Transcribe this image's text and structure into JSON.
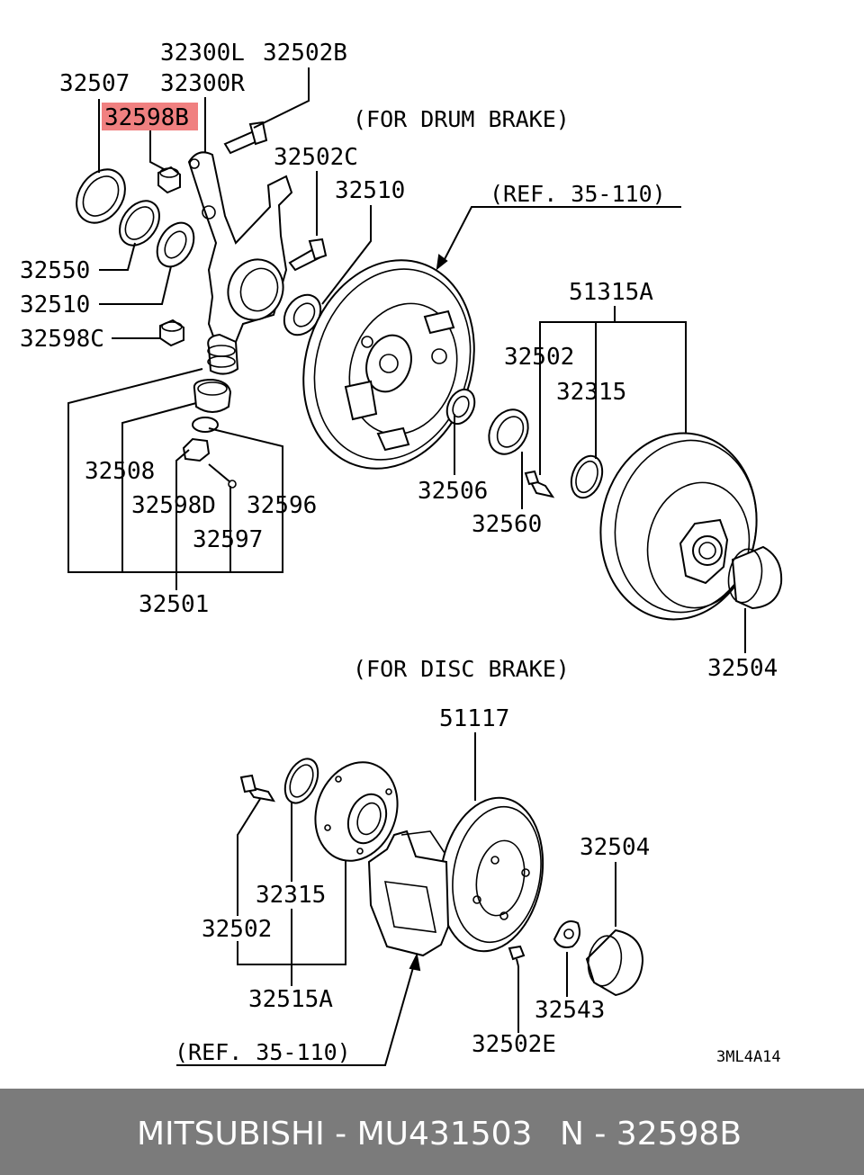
{
  "highlight": {
    "part": "32598B",
    "color": "#f08080"
  },
  "notes": {
    "drum": "(FOR DRUM BRAKE)",
    "disc": "(FOR DISC BRAKE)",
    "ref_drum": "(REF. 35-110)",
    "ref_disc": "(REF. 35-110)"
  },
  "labels": {
    "p32300L": "32300L",
    "p32502B": "32502B",
    "p32507": "32507",
    "p32300R": "32300R",
    "p32598B": "32598B",
    "p32502C": "32502C",
    "p32510_top": "32510",
    "p51315A": "51315A",
    "p32550": "32550",
    "p32510": "32510",
    "p32598C": "32598C",
    "p32502": "32502",
    "p32315": "32315",
    "p32508": "32508",
    "p32506": "32506",
    "p32598D": "32598D",
    "p32596": "32596",
    "p32560": "32560",
    "p32597": "32597",
    "p32501": "32501",
    "p32504": "32504",
    "p51117": "51117",
    "p32504_disc": "32504",
    "p32315_disc": "32315",
    "p32502_disc": "32502",
    "p32515A": "32515A",
    "p32543": "32543",
    "p32502E": "32502E"
  },
  "diagram_code": "3ML4A14",
  "footer": {
    "left": "MITSUBISHI - MU431503",
    "right": "N - 32598B"
  }
}
